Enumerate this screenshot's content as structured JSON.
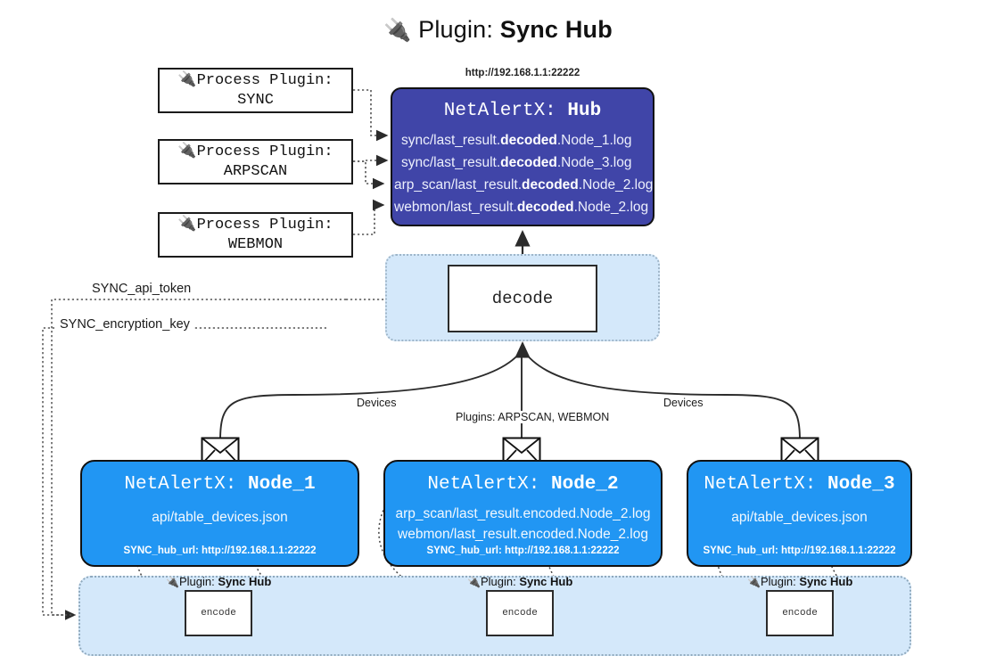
{
  "header": {
    "plug_icon": "🔌",
    "prefix": "Plugin:",
    "title": "Sync Hub"
  },
  "process_plugins": [
    {
      "line1": "Process Plugin:",
      "line2": "SYNC",
      "icon": "🔌"
    },
    {
      "line1": "Process Plugin:",
      "line2": "ARPSCAN",
      "icon": "🔌"
    },
    {
      "line1": "Process Plugin:",
      "line2": "WEBMON",
      "icon": "🔌"
    }
  ],
  "hub": {
    "url": "http://192.168.1.1:22222",
    "app": "NetAlertX:",
    "name": "Hub",
    "rows": [
      {
        "pre": "sync/last_result.",
        "bold": "decoded",
        "post": ".Node_1.log"
      },
      {
        "pre": "sync/last_result.",
        "bold": "decoded",
        "post": ".Node_3.log"
      },
      {
        "pre": "arp_scan/last_result.",
        "bold": "decoded",
        "post": ".Node_2.log"
      },
      {
        "pre": "webmon/last_result.",
        "bold": "decoded",
        "post": ".Node_2.log"
      }
    ]
  },
  "decode": {
    "label": "decode"
  },
  "secrets": [
    {
      "label": "SYNC_api_token"
    },
    {
      "label": "SYNC_encryption_key"
    }
  ],
  "wire_labels": {
    "devices_left": "Devices",
    "devices_right": "Devices",
    "plugins_center": "Plugins: ARPSCAN, WEBMON"
  },
  "nodes": [
    {
      "app": "NetAlertX:",
      "name": "Node_1",
      "lines": [
        "api/table_devices.json"
      ],
      "foot": "SYNC_hub_url: http://192.168.1.1:22222"
    },
    {
      "app": "NetAlertX:",
      "name": "Node_2",
      "lines": [
        "arp_scan/last_result.encoded.Node_2.log",
        "webmon/last_result.encoded.Node_2.log"
      ],
      "foot": "SYNC_hub_url: http://192.168.1.1:22222"
    },
    {
      "app": "NetAlertX:",
      "name": "Node_3",
      "lines": [
        "api/table_devices.json"
      ],
      "foot": "SYNC_hub_url: http://192.168.1.1:22222"
    }
  ],
  "encoders": [
    {
      "icon": "🔌",
      "prefix": "Plugin:",
      "title": "Sync Hub",
      "label": "encode"
    },
    {
      "icon": "🔌",
      "prefix": "Plugin:",
      "title": "Sync Hub",
      "label": "encode"
    },
    {
      "icon": "🔌",
      "prefix": "Plugin:",
      "title": "Sync Hub",
      "label": "encode"
    }
  ],
  "colors": {
    "hub_fill": "#4045a8",
    "node_fill": "#2196f3",
    "band_fill": "#d4e8fa",
    "stroke": "#111111"
  }
}
